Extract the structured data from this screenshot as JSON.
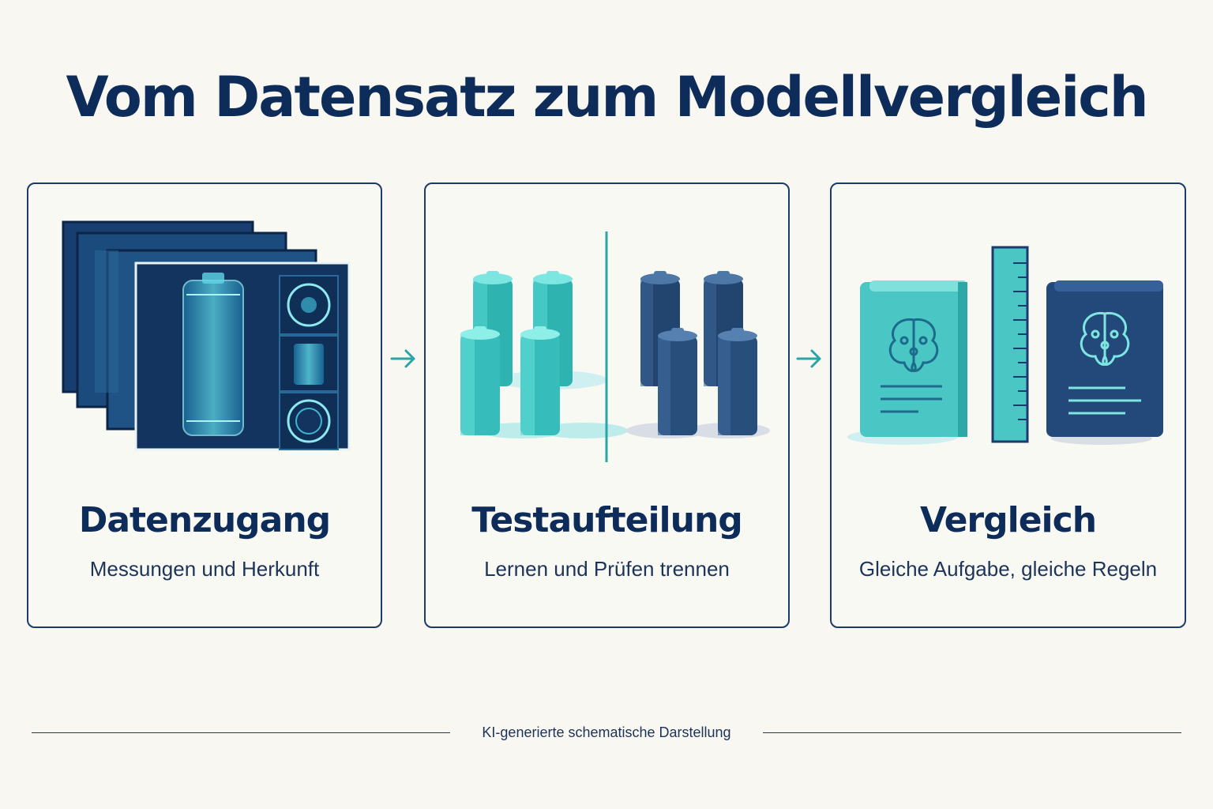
{
  "title": "Vom Datensatz zum Modellvergleich",
  "steps": [
    {
      "title": "Datenzugang",
      "subtitle": "Messungen und Herkunft",
      "icon": "battery-scan-images-icon"
    },
    {
      "title": "Testaufteilung",
      "subtitle": "Lernen und Prüfen trennen",
      "icon": "battery-split-icon"
    },
    {
      "title": "Vergleich",
      "subtitle": "Gleiche Aufgabe, gleiche Regeln",
      "icon": "model-comparison-icon"
    }
  ],
  "footer": "KI-generierte schematische Darstellung",
  "colors": {
    "navy": "#0e2c5a",
    "teal": "#3fc6c2",
    "dark_blue": "#2b4f7e",
    "background": "#f8f7f1"
  }
}
